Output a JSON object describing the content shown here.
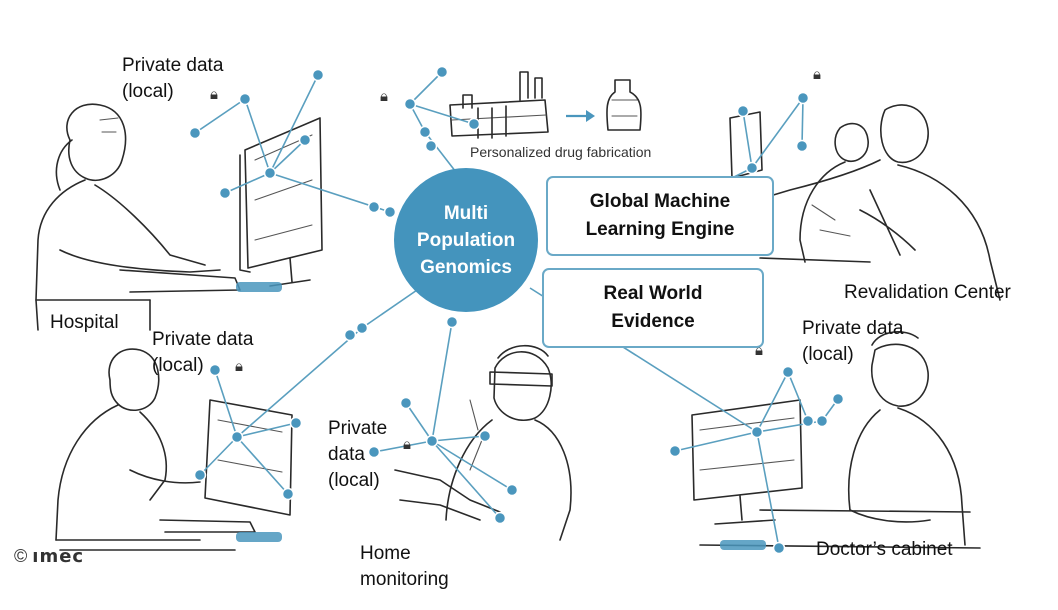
{
  "hub": {
    "lines": [
      "Multi",
      "Population",
      "Genomics"
    ]
  },
  "boxes": {
    "global_ml": [
      "Global Machine",
      "Learning Engine"
    ],
    "real_world": [
      "Real World",
      "Evidence"
    ]
  },
  "captions": {
    "drug_fabrication": "Personalized drug fabrication"
  },
  "sites": {
    "hospital": "Hospital",
    "revalidation": "Revalidation Center",
    "doctor": "Doctor’s cabinet",
    "home": [
      "Home",
      "monitoring"
    ]
  },
  "private_data": {
    "hospital": [
      "Private data",
      "(local)"
    ],
    "mid_left": [
      "Private data",
      "(local)"
    ],
    "home": [
      "Private",
      "data",
      "(local)"
    ],
    "doctor": [
      "Private data",
      "(local)"
    ]
  },
  "logo": {
    "symbol": "©",
    "brand": "ımec"
  },
  "icons": {
    "lock": "padlock-icon",
    "arrow": "arrow-right-icon"
  },
  "colors": {
    "accent": "#4494bd",
    "node": "#4a96bd",
    "box_border": "#6aa9c7"
  }
}
